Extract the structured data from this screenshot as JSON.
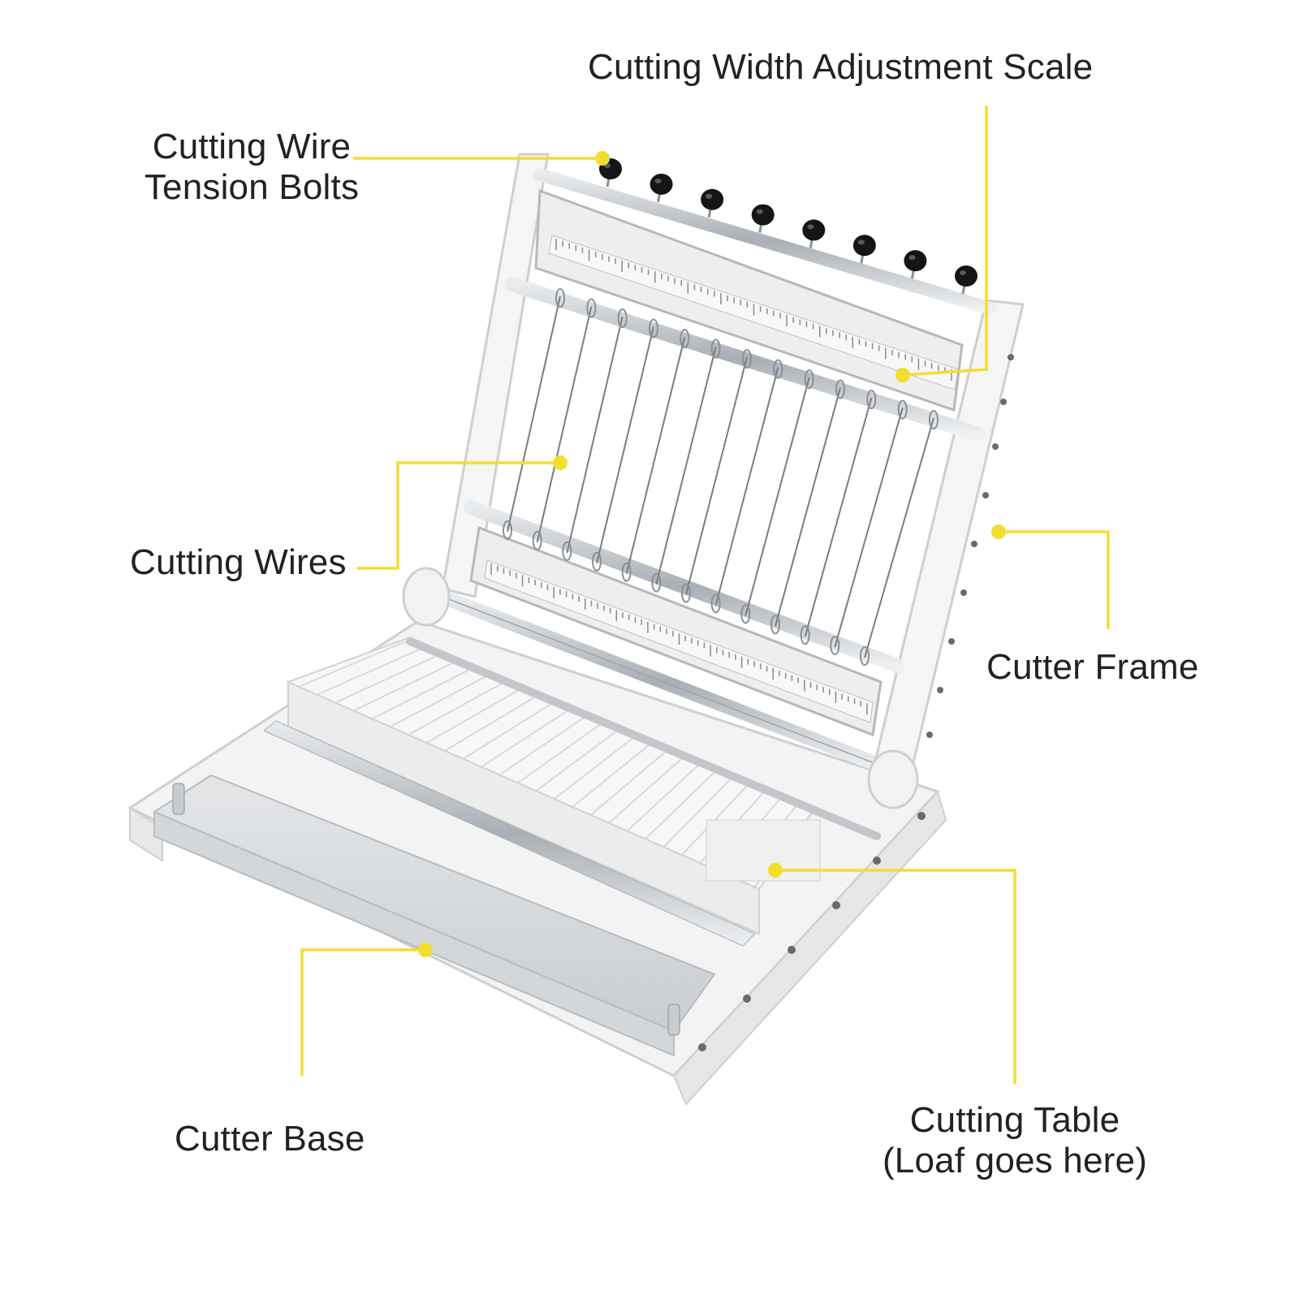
{
  "colors": {
    "callout": "#f2de2e",
    "frame": "#f4f4f4",
    "frame_edge": "#cfcfcf",
    "steel": "#b9bec3",
    "bolt": "#151515",
    "text": "#222222"
  },
  "labels": {
    "scale": "Cutting Width Adjustment Scale",
    "bolts": [
      "Cutting Wire",
      "Tension Bolts"
    ],
    "wires": "Cutting Wires",
    "frame": "Cutter Frame",
    "base": "Cutter Base",
    "table": [
      "Cutting Table",
      "(Loaf goes here)"
    ]
  }
}
